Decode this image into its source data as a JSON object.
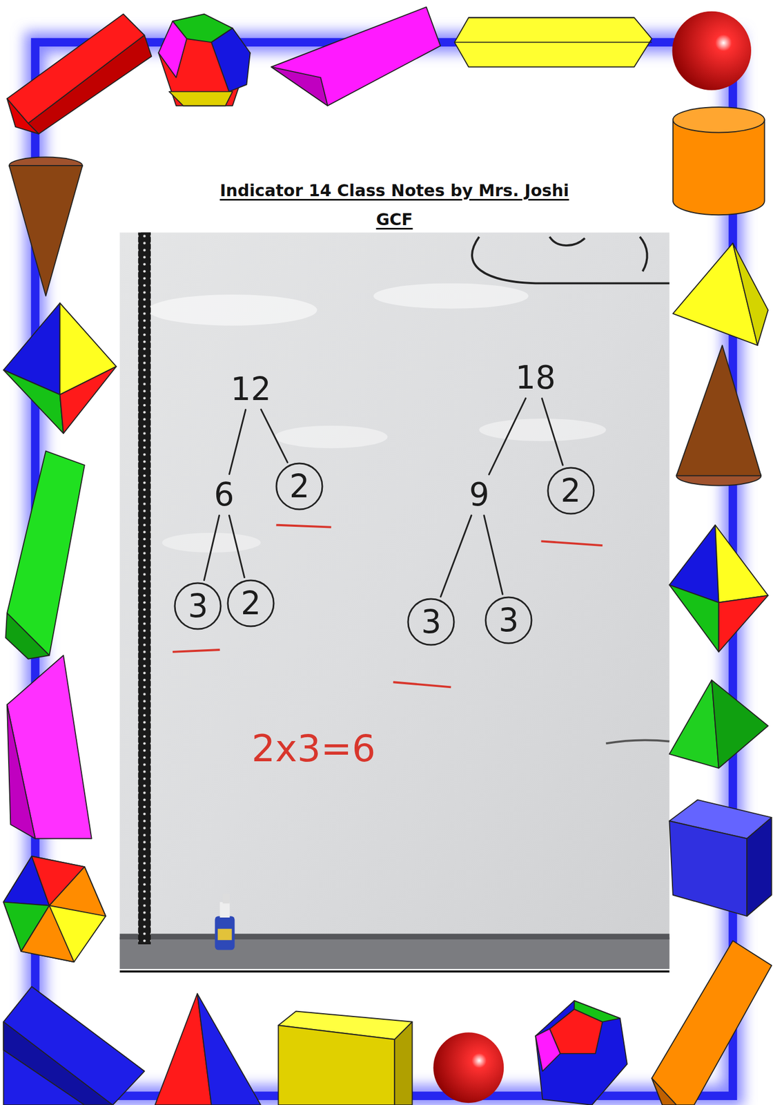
{
  "diagram": {
    "title": "Indicator 14 Class Notes by Mrs. Joshi",
    "nodes": [
      {
        "text": [
          "12"
        ]
      },
      {
        "text": [
          "6"
        ]
      },
      {
        "text": [
          "2"
        ]
      },
      {
        "text": [
          "3"
        ]
      },
      {
        "text": [
          "2"
        ]
      },
      {
        "text": [
          "18"
        ]
      },
      {
        "text": [
          "9"
        ]
      },
      {
        "text": [
          "2"
        ]
      },
      {
        "text": [
          "3"
        ]
      },
      {
        "text": [
          "3"
        ]
      }
    ],
    "edges": [
      {
        "from": 0,
        "to": 1,
        "arrow": "none"
      },
      {
        "from": 0,
        "to": 2,
        "arrow": "none"
      },
      {
        "from": 1,
        "to": 3,
        "arrow": "none"
      },
      {
        "from": 1,
        "to": 4,
        "arrow": "none"
      },
      {
        "from": 5,
        "to": 6,
        "arrow": "none"
      },
      {
        "from": 5,
        "to": 7,
        "arrow": "none"
      },
      {
        "from": 6,
        "to": 8,
        "arrow": "none"
      },
      {
        "from": 6,
        "to": 9,
        "arrow": "none"
      }
    ],
    "labels": [
      "GCF",
      "2x3=6"
    ]
  }
}
